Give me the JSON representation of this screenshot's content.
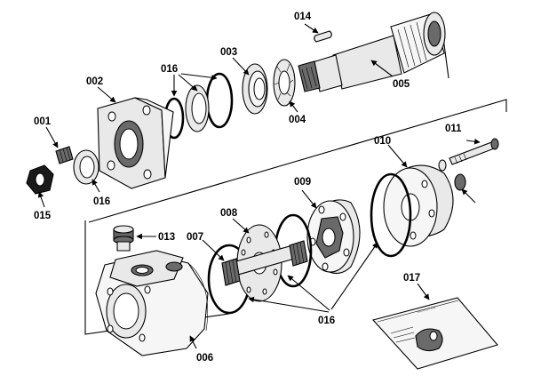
{
  "callouts": {
    "p001": "001",
    "p002": "002",
    "p003": "003",
    "p004": "004",
    "p005": "005",
    "p006": "006",
    "p007": "007",
    "p008": "008",
    "p009": "009",
    "p010": "010",
    "p011": "011",
    "p013": "013",
    "p014": "014",
    "p015": "015",
    "p016_top": "016",
    "p016_left": "016",
    "p016_bottom": "016",
    "p017": "017"
  }
}
